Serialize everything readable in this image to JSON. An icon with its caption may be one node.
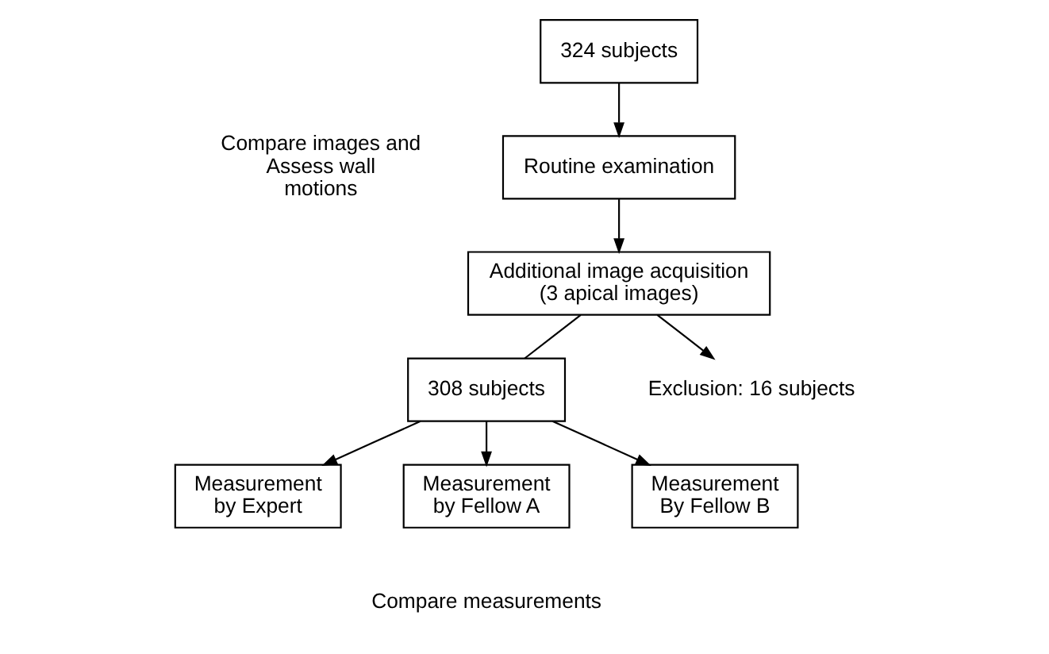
{
  "diagram": {
    "nodes": [
      {
        "text": [
          "324 subjects"
        ]
      },
      {
        "text": [
          "Routine examination"
        ]
      },
      {
        "text": [
          "Additional image acquisition (3 apical images)"
        ]
      },
      {
        "text": [
          "308 subjects"
        ]
      },
      {
        "text": [
          "Measurement by Expert"
        ]
      },
      {
        "text": [
          "Measurement by Fellow A"
        ]
      },
      {
        "text": [
          "Measurement By Fellow B"
        ]
      },
      {
        "text": [
          "Exclusion: 16 subjects"
        ]
      }
    ],
    "edges": [
      {
        "from": 0,
        "to": 1,
        "arrow": "to"
      },
      {
        "from": 1,
        "to": 2,
        "arrow": "to"
      },
      {
        "from": 2,
        "to": 3,
        "arrow": "none"
      },
      {
        "from": 2,
        "to": 7,
        "arrow": "to"
      },
      {
        "from": 3,
        "to": 4,
        "arrow": "to"
      },
      {
        "from": 3,
        "to": 5,
        "arrow": "to"
      },
      {
        "from": 3,
        "to": 6,
        "arrow": "to"
      }
    ],
    "labels": [
      "Compare images and Assess wall motions",
      "Compare measurements"
    ]
  }
}
